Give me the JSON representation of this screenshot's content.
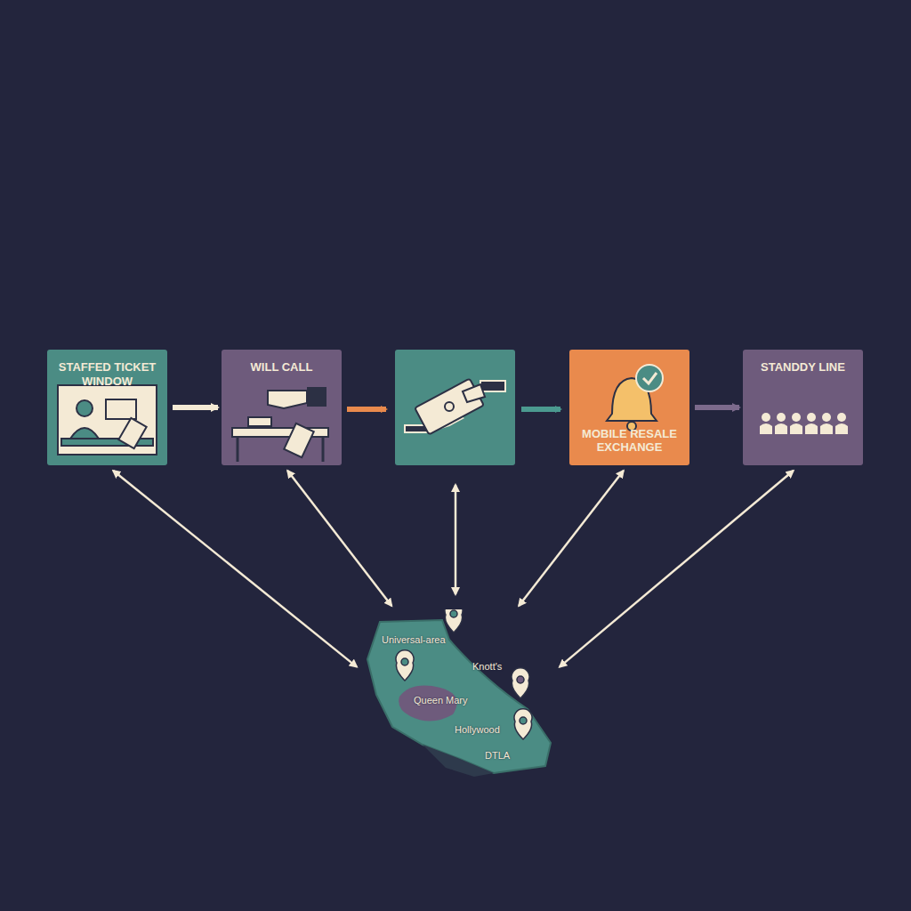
{
  "diagram": {
    "nodes": [
      {
        "text": [
          "STAFFED TICKET WINDOW"
        ]
      },
      {
        "text": [
          "WILL CALL"
        ]
      },
      {
        "text": [
          "MOBILE RESALE EXCHANGE"
        ]
      },
      {
        "text": [
          "STANDDY LINE"
        ]
      },
      {
        "text": [
          "Universal-area",
          "Knott's",
          "Queen Mary",
          "Hollywood",
          "DTLA"
        ]
      }
    ],
    "edges": [
      {
        "from": 0,
        "to": 1,
        "arrow": "to"
      },
      {
        "from": 2,
        "to": 3,
        "arrow": "to"
      },
      {
        "from": 0,
        "to": 4,
        "arrow": "both"
      },
      {
        "from": 1,
        "to": 4,
        "arrow": "both"
      },
      {
        "from": 2,
        "to": 4,
        "arrow": "both"
      },
      {
        "from": 3,
        "to": 4,
        "arrow": "both"
      }
    ]
  }
}
